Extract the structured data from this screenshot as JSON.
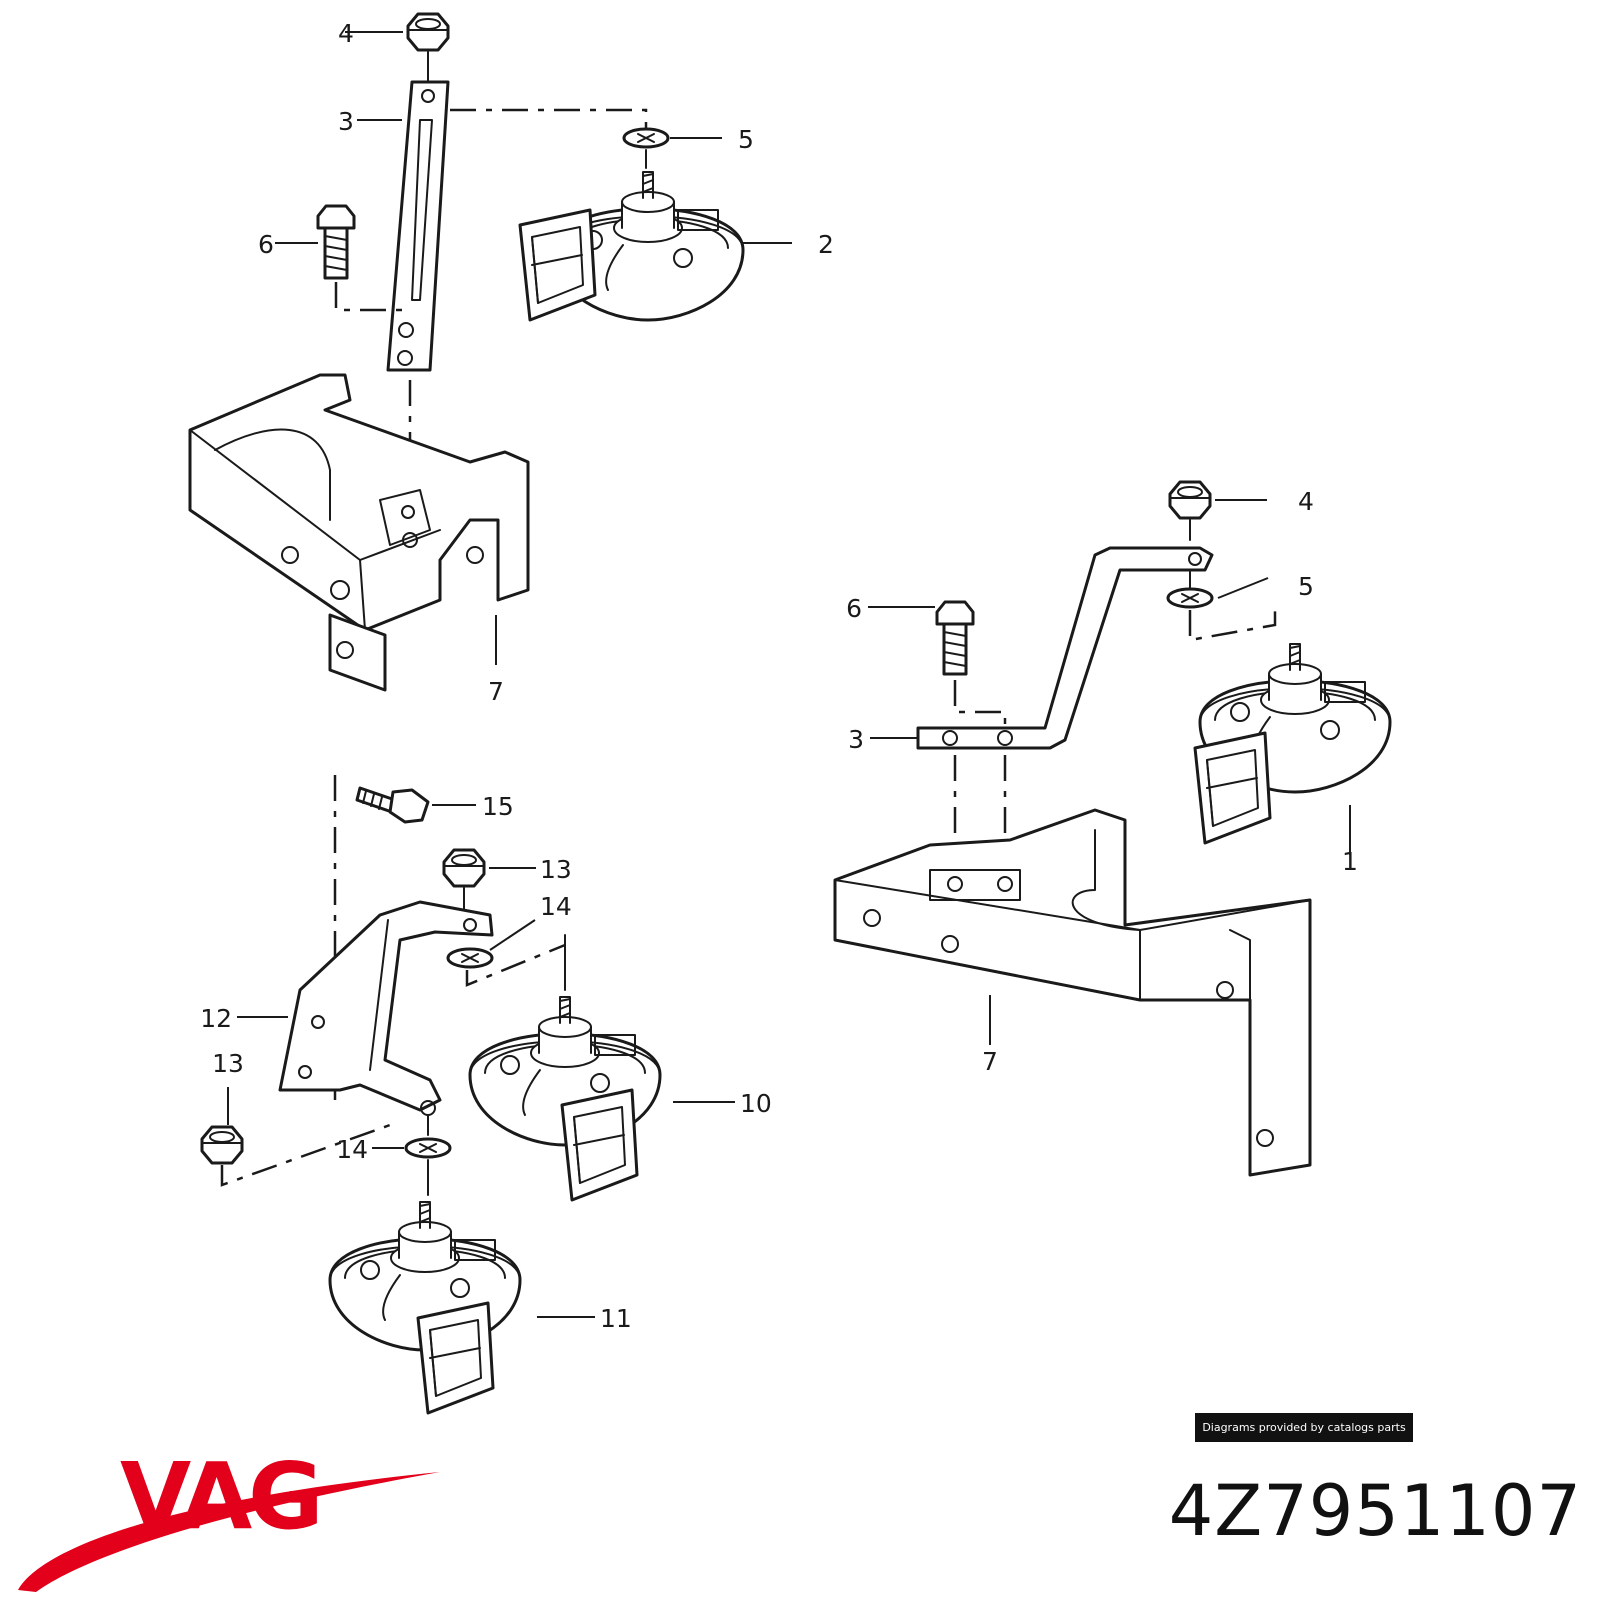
{
  "diagram": {
    "callouts": {
      "tl_4": "4",
      "tl_3": "3",
      "tl_5": "5",
      "tl_6": "6",
      "tl_2": "2",
      "tl_7": "7",
      "r_4": "4",
      "r_5": "5",
      "r_6": "6",
      "r_3": "3",
      "r_1": "1",
      "r_7": "7",
      "bl_15": "15",
      "bl_13a": "13",
      "bl_14a": "14",
      "bl_12": "12",
      "bl_13b": "13",
      "bl_10": "10",
      "bl_14b": "14",
      "bl_11": "11"
    }
  },
  "credit": "Diagrams provided by catalogs parts",
  "brand": {
    "name": "VAG",
    "color": "#e2001a"
  },
  "part_number": "4Z7951107"
}
